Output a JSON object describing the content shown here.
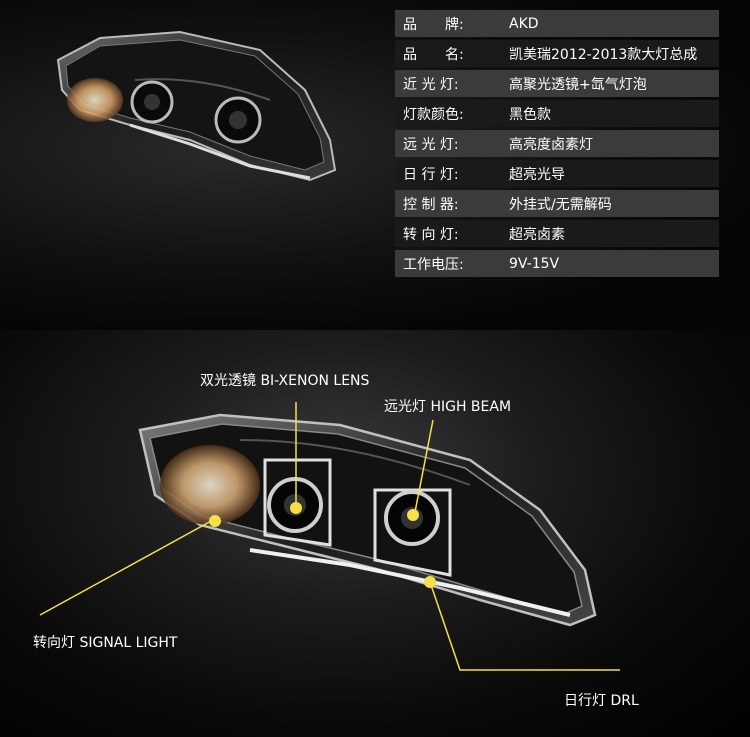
{
  "specs": [
    {
      "key": "品　　牌:",
      "value": "AKD"
    },
    {
      "key": "品　　名:",
      "value": "凯美瑞2012-2013款大灯总成"
    },
    {
      "key": "近 光 灯:",
      "value": "高聚光透镜+氙气灯泡"
    },
    {
      "key": "灯款颜色:",
      "value": "黑色款"
    },
    {
      "key": "远 光 灯:",
      "value": "高亮度卤素灯"
    },
    {
      "key": "日 行 灯:",
      "value": "超亮光导"
    },
    {
      "key": "控 制 器:",
      "value": "外挂式/无需解码"
    },
    {
      "key": "转 向 灯:",
      "value": "超亮卤素"
    },
    {
      "key": "工作电压:",
      "value": "9V-15V"
    }
  ],
  "callouts": {
    "lens": "双光透镜 BI-XENON LENS",
    "high_beam": "远光灯 HIGH BEAM",
    "signal": "转向灯 SIGNAL LIGHT",
    "drl": "日行灯 DRL"
  },
  "colors": {
    "callout_dot": "#f5e04a",
    "row_dark": "#3b3b3b",
    "row_light": "#1a1a1a"
  }
}
